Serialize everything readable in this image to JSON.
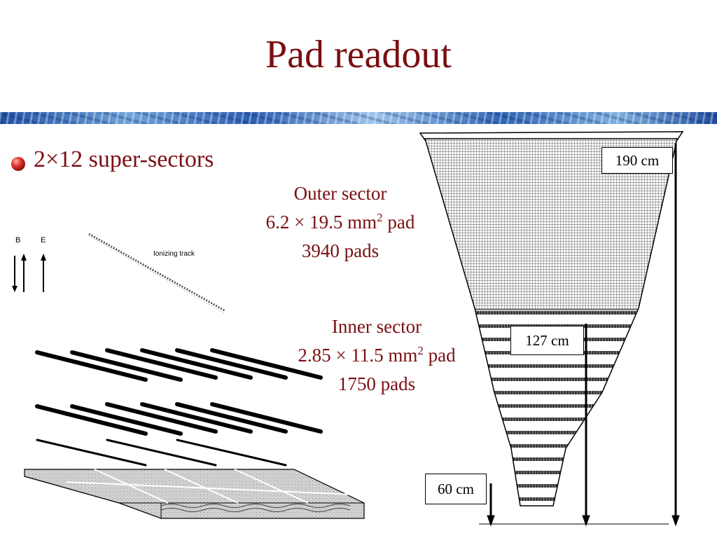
{
  "slide": {
    "title": "Pad readout",
    "bullet": "2×12 super-sectors"
  },
  "outer_sector": {
    "heading": "Outer sector",
    "pad_value": "6.2 × 19.5 mm",
    "pad_exp": "2",
    "pad_unit": " pad",
    "pads": "3940 pads"
  },
  "inner_sector": {
    "heading": "Inner sector",
    "pad_value": "2.85 × 11.5 mm",
    "pad_exp": "2",
    "pad_unit": " pad",
    "pads": "1750 pads"
  },
  "dimensions": {
    "r190": "190 cm",
    "r127": "127 cm",
    "r60": "60 cm"
  },
  "diagram": {
    "b_label": "B",
    "e_label": "E",
    "track_label": "Ionizing track"
  },
  "colors": {
    "title_red": "#7a0f12"
  }
}
